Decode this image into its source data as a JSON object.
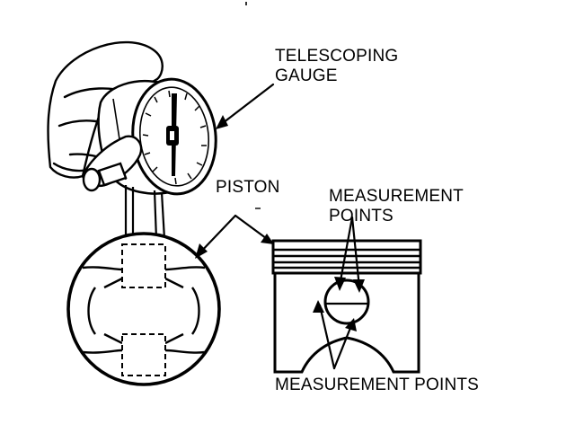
{
  "labels": {
    "gauge_line1": "TELESCOPING",
    "gauge_line2": "GAUGE",
    "piston": "PISTON",
    "top_points_line1": "MEASUREMENT",
    "top_points_line2": "POINTS",
    "bottom_points": "MEASUREMENT POINTS"
  },
  "colors": {
    "ink": "#000000",
    "paper": "#ffffff"
  }
}
